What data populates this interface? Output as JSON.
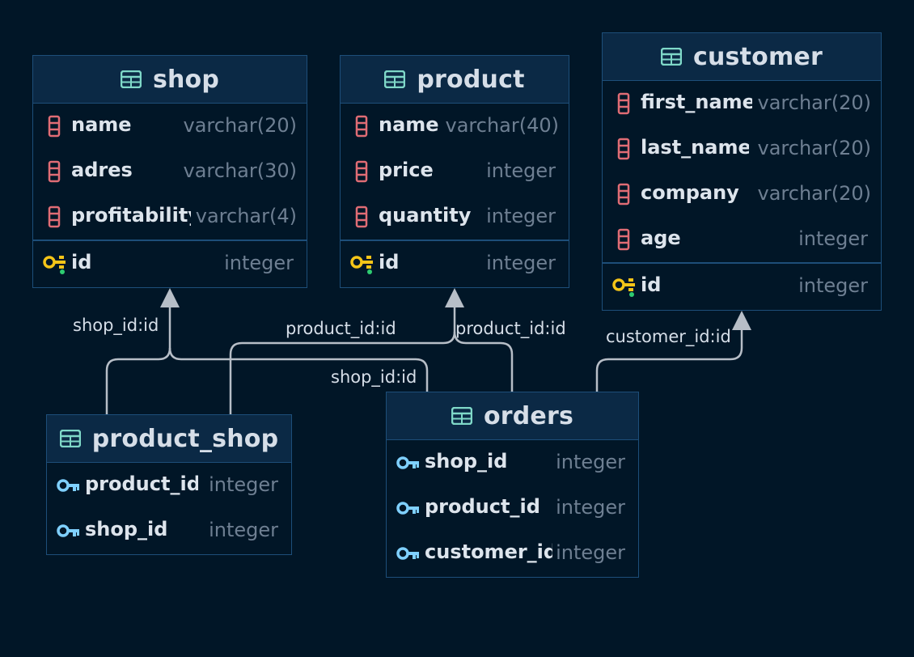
{
  "entities": {
    "shop": {
      "title": "shop",
      "fields": [
        {
          "name": "name",
          "type": "varchar(20)"
        },
        {
          "name": "adres",
          "type": "varchar(30)"
        },
        {
          "name": "profitability",
          "type": "varchar(4)"
        }
      ],
      "pk": {
        "name": "id",
        "type": "integer"
      }
    },
    "product": {
      "title": "product",
      "fields": [
        {
          "name": "name",
          "type": "varchar(40)"
        },
        {
          "name": "price",
          "type": "integer"
        },
        {
          "name": "quantity",
          "type": "integer"
        }
      ],
      "pk": {
        "name": "id",
        "type": "integer"
      }
    },
    "customer": {
      "title": "customer",
      "fields": [
        {
          "name": "first_name",
          "type": "varchar(20)"
        },
        {
          "name": "last_name",
          "type": "varchar(20)"
        },
        {
          "name": "company",
          "type": "varchar(20)"
        },
        {
          "name": "age",
          "type": "integer"
        }
      ],
      "pk": {
        "name": "id",
        "type": "integer"
      }
    },
    "product_shop": {
      "title": "product_shop",
      "fields": [
        {
          "name": "product_id",
          "type": "integer"
        },
        {
          "name": "shop_id",
          "type": "integer"
        }
      ]
    },
    "orders": {
      "title": "orders",
      "fields": [
        {
          "name": "shop_id",
          "type": "integer"
        },
        {
          "name": "product_id",
          "type": "integer"
        },
        {
          "name": "customer_id",
          "type": "integer"
        }
      ]
    }
  },
  "relations": {
    "product_shop_shop": "shop_id:id",
    "product_shop_product": "product_id:id",
    "orders_product": "product_id:id",
    "orders_shop": "shop_id:id",
    "orders_customer": "customer_id:id"
  },
  "colors": {
    "background": "#011627",
    "header": "#0b2945",
    "border": "#1d4e79",
    "column_icon": "#e06c75",
    "primary_key_icon": "#f5c518",
    "foreign_key_icon": "#7fd0ff",
    "table_icon": "#7fd8c8",
    "connector": "#b7bec7"
  },
  "icons": {
    "table": "table-grid-icon",
    "column": "column-icon",
    "primary_key": "primary-key-icon",
    "foreign_key": "foreign-key-icon"
  }
}
